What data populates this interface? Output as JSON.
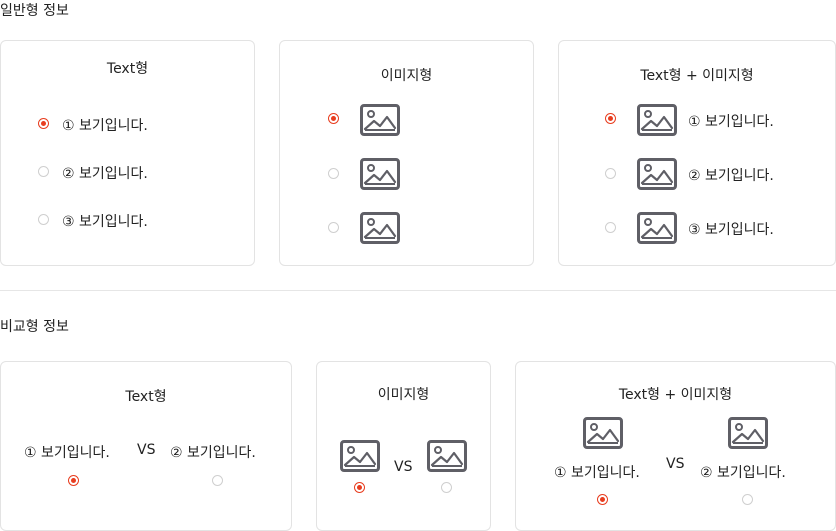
{
  "sections": {
    "general": {
      "title": "일반형 정보"
    },
    "compare": {
      "title": "비교형 정보"
    }
  },
  "cards": {
    "text": {
      "title": "Text형",
      "options": [
        {
          "label": "① 보기입니다.",
          "checked": true
        },
        {
          "label": "② 보기입니다.",
          "checked": false
        },
        {
          "label": "③ 보기입니다.",
          "checked": false
        }
      ]
    },
    "image": {
      "title": "이미지형",
      "options": [
        {
          "icon": "image-icon",
          "checked": true
        },
        {
          "icon": "image-icon",
          "checked": false
        },
        {
          "icon": "image-icon",
          "checked": false
        }
      ]
    },
    "text_image": {
      "title": "Text형 + 이미지형",
      "options": [
        {
          "icon": "image-icon",
          "label": "① 보기입니다.",
          "checked": true
        },
        {
          "icon": "image-icon",
          "label": "② 보기입니다.",
          "checked": false
        },
        {
          "icon": "image-icon",
          "label": "③ 보기입니다.",
          "checked": false
        }
      ]
    },
    "compare_text": {
      "title": "Text형",
      "left": {
        "label": "① 보기입니다.",
        "checked": true
      },
      "vs": "VS",
      "right": {
        "label": "② 보기입니다.",
        "checked": false
      }
    },
    "compare_image": {
      "title": "이미지형",
      "left": {
        "icon": "image-icon",
        "checked": true
      },
      "vs": "VS",
      "right": {
        "icon": "image-icon",
        "checked": false
      }
    },
    "compare_text_image": {
      "title": "Text형 + 이미지형",
      "left": {
        "icon": "image-icon",
        "label": "① 보기입니다.",
        "checked": true
      },
      "vs": "VS",
      "right": {
        "icon": "image-icon",
        "label": "② 보기입니다.",
        "checked": false
      }
    }
  },
  "colors": {
    "accent": "#e83d1f",
    "icon": "#5f5f66",
    "border": "#e3e3e3"
  }
}
